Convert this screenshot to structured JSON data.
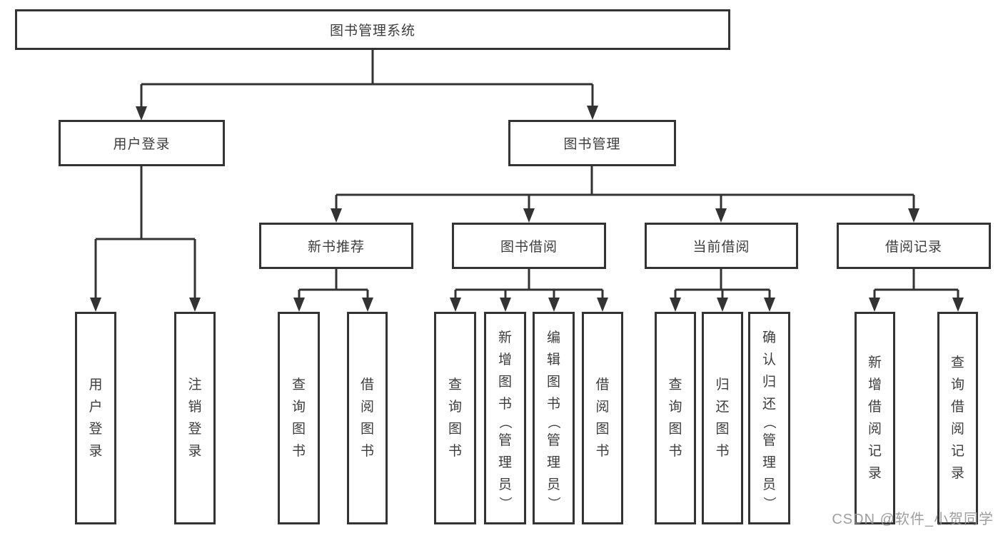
{
  "root": {
    "label": "图书管理系统"
  },
  "branches": [
    {
      "label": "用户登录"
    },
    {
      "label": "图书管理"
    }
  ],
  "sections": [
    {
      "label": "新书推荐"
    },
    {
      "label": "图书借阅"
    },
    {
      "label": "当前借阅"
    },
    {
      "label": "借阅记录"
    }
  ],
  "leaves": [
    {
      "label": "用户登录"
    },
    {
      "label": "注销登录"
    },
    {
      "label": "查询图书"
    },
    {
      "label": "借阅图书"
    },
    {
      "label": "查询图书"
    },
    {
      "label": "新增图书（管理员）"
    },
    {
      "label": "编辑图书（管理员）"
    },
    {
      "label": "借阅图书"
    },
    {
      "label": "查询图书"
    },
    {
      "label": "归还图书"
    },
    {
      "label": "确认归还（管理员）"
    },
    {
      "label": "新增借阅记录"
    },
    {
      "label": "查询借阅记录"
    }
  ],
  "structure": {
    "图书管理系统": {
      "用户登录": [
        "用户登录",
        "注销登录"
      ],
      "图书管理": {
        "新书推荐": [
          "查询图书",
          "借阅图书"
        ],
        "图书借阅": [
          "查询图书",
          "新增图书（管理员）",
          "编辑图书（管理员）",
          "借阅图书"
        ],
        "当前借阅": [
          "查询图书",
          "归还图书",
          "确认归还（管理员）"
        ],
        "借阅记录": [
          "新增借阅记录",
          "查询借阅记录"
        ]
      }
    }
  },
  "watermark": {
    "text": "CSDN @软件_小贺同学"
  },
  "colors": {
    "line": "#333333",
    "border": "#333333",
    "text": "#3d3d3d",
    "watermark": "#949494",
    "background": "#ffffff"
  }
}
